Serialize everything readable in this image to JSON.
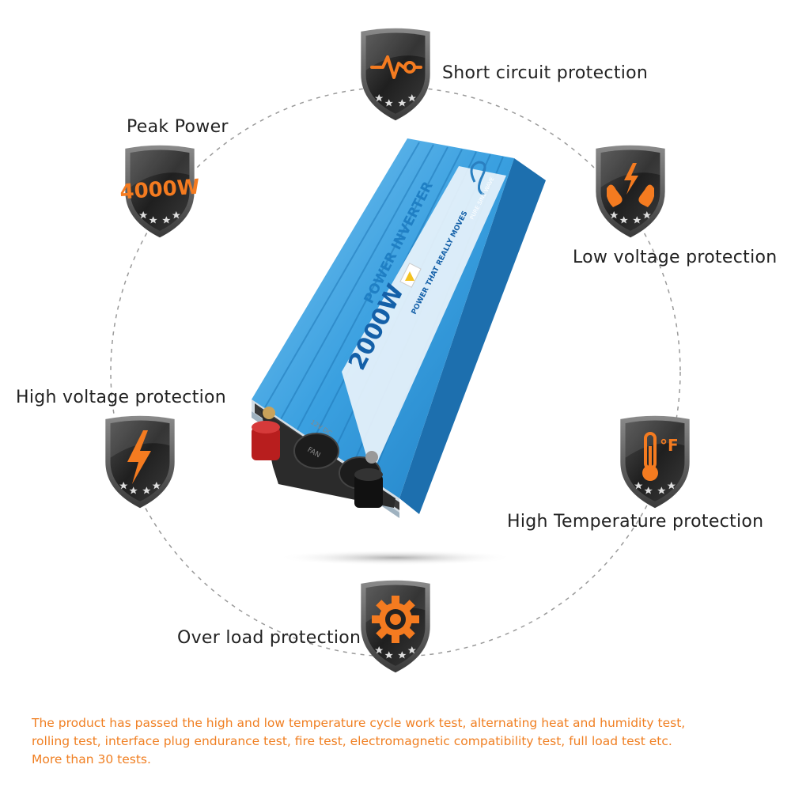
{
  "colors": {
    "accent": "#f47b20",
    "shield_dark": "#2f2f2f",
    "shield_rim": "#555555",
    "inverter_blue": "#2f93d6",
    "footer_text": "#f07f22",
    "label_text": "#222222"
  },
  "features": [
    {
      "label": "Short circuit protection",
      "icon": "short-circuit-icon"
    },
    {
      "label": "Peak Power",
      "icon": "peak-power-badge",
      "badge_text": "4000W"
    },
    {
      "label": "Low voltage protection",
      "icon": "lightning-hands-icon"
    },
    {
      "label": "High voltage protection",
      "icon": "lightning-bolt-icon"
    },
    {
      "label": "High Temperature protection",
      "icon": "thermometer-icon",
      "badge_text": "°F"
    },
    {
      "label": "Over load protection",
      "icon": "gear-icon"
    }
  ],
  "product": {
    "wattage": "2000W",
    "name": "POWER INVERTER",
    "slogan": "POWER THAT REALLY MOVES",
    "wave_type": "PURE SINE WAVE",
    "fan_label": "FAN",
    "voltage": "12V DC"
  },
  "footer": {
    "line1": "The product has passed the high and low temperature cycle work test, alternating heat and humidity test,",
    "line2": "rolling test, interface plug endurance test, fire test, electromagnetic compatibility test, full load test etc.",
    "line3": "More than 30 tests."
  }
}
